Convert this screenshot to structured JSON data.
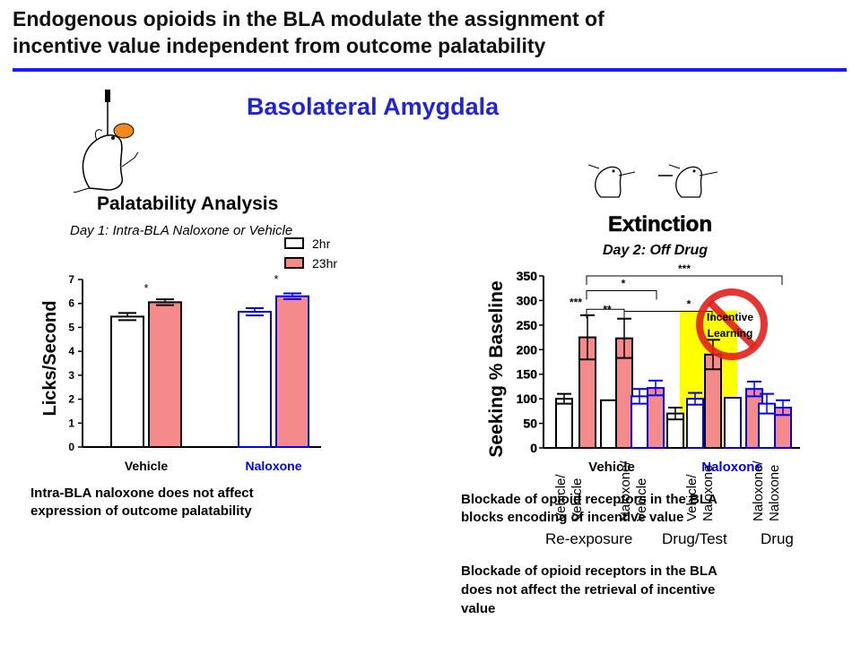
{
  "slide": {
    "title_line1": "Endogenous opioids in the BLA modulate the assignment of",
    "title_line2": "incentive value independent from outcome palatability",
    "section_heading": "Basolateral Amygdala",
    "accent_color": "#1a1aff",
    "heading_color": "#1f24d9"
  },
  "left_panel": {
    "title": "Palatability Analysis",
    "subtitle": "Day 1:  Intra-BLA Naloxone or Vehicle",
    "caption_line1": "Intra-BLA naloxone does not affect",
    "caption_line2": "expression of outcome palatability",
    "icons": [
      "rat-drinking-icon"
    ]
  },
  "right_panel": {
    "title": "Extinction",
    "subtitle": "Day 2:  Off Drug",
    "no_sign_label_line1": "Incentive",
    "no_sign_label_line2": "Learning",
    "phase_labels": [
      "Re-exposure",
      "Drug/Test",
      "Drug"
    ],
    "caption1_line1": "Blockade of opioid receptors in the BLA",
    "caption1_line2": "blocks encoding of incentive value",
    "caption2_line1": "Blockade of opioid receptors in the BLA",
    "caption2_line2": "does not affect the retrieval of incentive",
    "caption2_line3": "value",
    "icons": [
      "two-rats-icon",
      "prohibition-sign-icon"
    ]
  },
  "chart_data": [
    {
      "type": "bar",
      "ylabel": "Licks/Second",
      "ylim": [
        0,
        7
      ],
      "yticks": [
        0,
        1,
        2,
        3,
        4,
        5,
        6,
        7
      ],
      "categories": [
        "Vehicle",
        "Naloxone"
      ],
      "category_colors": [
        "#000000",
        "#0000ff"
      ],
      "series": [
        {
          "name": "2hr",
          "values": [
            5.45,
            5.65
          ],
          "errors": [
            0.15,
            0.15
          ],
          "fill": "#ffffff"
        },
        {
          "name": "23hr",
          "values": [
            6.05,
            6.3
          ],
          "errors": [
            0.12,
            0.12
          ],
          "fill": "#f58a8a"
        }
      ],
      "legend": "top-right",
      "annotations": [
        {
          "text": "*",
          "category": "Vehicle"
        },
        {
          "text": "*",
          "category": "Naloxone"
        }
      ]
    },
    {
      "type": "bar",
      "ylabel": "Seeking % Baseline",
      "ylim": [
        0,
        350
      ],
      "yticks": [
        0,
        50,
        100,
        150,
        200,
        250,
        300,
        350
      ],
      "group_labels": [
        "Vehicle",
        "Naloxone"
      ],
      "group_label_colors": [
        "#000000",
        "#0000ff"
      ],
      "x_labels": [
        "Vehicle/ Vehicle",
        "Naloxone/ Vehicle",
        "Vehicle/ Naloxone",
        "Naloxone/ Naloxone"
      ],
      "bars": [
        {
          "value": 100,
          "error": 10,
          "fill": "#ffffff",
          "edge": "#000000"
        },
        {
          "value": 225,
          "error": 45,
          "fill": "#f58a8a",
          "edge": "#000000"
        },
        {
          "value": 97,
          "error": 0,
          "fill": "#ffffff",
          "edge": "#000000"
        },
        {
          "value": 223,
          "error": 40,
          "fill": "#f58a8a",
          "edge": "#000000"
        },
        {
          "value": 105,
          "error": 15,
          "fill": "#ffffff",
          "edge": "#0000ff"
        },
        {
          "value": 122,
          "error": 15,
          "fill": "#f58a8a",
          "edge": "#0000ff"
        },
        {
          "value": 70,
          "error": 12,
          "fill": "#ffffff",
          "edge": "#000000"
        },
        {
          "value": 100,
          "error": 12,
          "fill": "#ffffff",
          "edge": "#0000ff"
        },
        {
          "value": 190,
          "error": 30,
          "fill": "#f58a8a",
          "edge": "#000000"
        },
        {
          "value": 102,
          "error": 0,
          "fill": "#ffffff",
          "edge": "#0000ff"
        },
        {
          "value": 120,
          "error": 15,
          "fill": "#f58a8a",
          "edge": "#0000ff"
        },
        {
          "value": 90,
          "error": 20,
          "fill": "#ffffff",
          "edge": "#0000ff"
        },
        {
          "value": 82,
          "error": 15,
          "fill": "#f58a8a",
          "edge": "#0000ff"
        }
      ],
      "highlight_color": "#ffff00",
      "annotations": [
        "***",
        "**",
        "*",
        "***",
        "*"
      ]
    }
  ]
}
